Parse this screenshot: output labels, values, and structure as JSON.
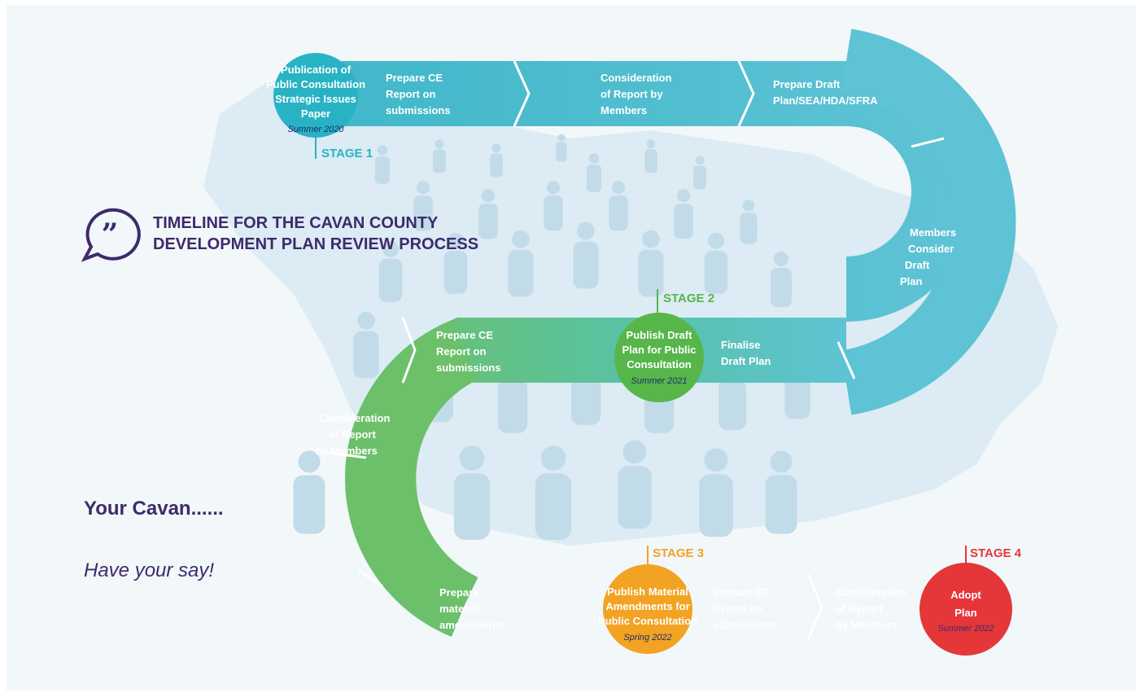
{
  "title": {
    "line1": "TIMELINE FOR THE CAVAN COUNTY",
    "line2": "DEVELOPMENT PLAN REVIEW PROCESS"
  },
  "tagline": {
    "heading": "Your Cavan......",
    "subheading": "Have your say!"
  },
  "stages": {
    "stage1": {
      "label": "STAGE 1",
      "lines": [
        "Publication of",
        "Public Consultation",
        "Strategic Issues",
        "Paper"
      ],
      "date": "Summer 2020",
      "color": "#27b3c4"
    },
    "stage2": {
      "label": "STAGE 2",
      "lines": [
        "Publish Draft",
        "Plan for Public",
        "Consultation"
      ],
      "date": "Summer 2021",
      "color": "#56b64a"
    },
    "stage3": {
      "label": "STAGE 3",
      "lines": [
        "Publish Material",
        "Amendments for",
        "Public Consultation"
      ],
      "date": "Spring 2022",
      "color": "#f3a323"
    },
    "stage4": {
      "label": "STAGE 4",
      "lines": [
        "Adopt",
        "Plan"
      ],
      "date": "Summer 2022",
      "color": "#e5363a"
    }
  },
  "steps": {
    "s1": [
      "Prepare CE",
      "Report on",
      "submissions"
    ],
    "s2": [
      "Consideration",
      "of Report by",
      "Members"
    ],
    "s3": [
      "Prepare Draft",
      "Plan/SEA/HDA/SFRA"
    ],
    "s4": [
      "Members",
      "Consider",
      "Draft",
      "Plan"
    ],
    "s5": [
      "Finalise",
      "Draft Plan"
    ],
    "s6": [
      "Prepare CE",
      "Report on",
      "submissions"
    ],
    "s7": [
      "Consideration",
      "of Report",
      "by Members"
    ],
    "s8": [
      "Prepare",
      "material",
      "amendments"
    ],
    "s9": [
      "Prepare CE",
      "Report on",
      "submissions"
    ],
    "s10": [
      "Consideration",
      "of Report",
      "by Members"
    ]
  },
  "colors": {
    "teal": "#5ec3d4",
    "green": "#6cc06a",
    "orange": "#f4b14a",
    "red": "#e5363a",
    "purple": "#3d2a6b"
  },
  "icons": {
    "quote": "quote-bubble-icon"
  }
}
